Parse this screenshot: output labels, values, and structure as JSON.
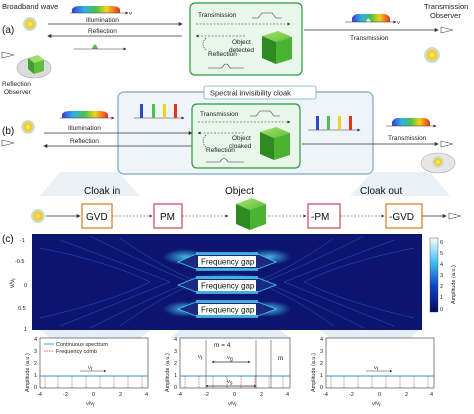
{
  "colors": {
    "accent_box": "#7aa7c7",
    "object_panel": "#e9f6ea",
    "object_border": "#2a9a3a",
    "cloak_panel": "#eef4fa",
    "heat_bg": "#0c1670",
    "gap_band": "#49c6ef",
    "cloaked_text": "#1f6fd1",
    "comb_red": "#c0392b",
    "spectrum_blue": "#3a8fd1"
  },
  "panel_a": {
    "letter": "(a)",
    "broadband_wave": "Broadband wave",
    "illumination": "Illumination",
    "reflection": "Reflection",
    "reflection_observer_line1": "Reflection",
    "reflection_observer_line2": "Observer",
    "transmission_inner": "Transmission",
    "reflection_inner": "Reflection",
    "object_line1": "Object",
    "object_line2": "detected",
    "transmission": "Transmission",
    "transmission_observer_line1": "Transmission",
    "transmission_observer_line2": "Observer",
    "nu": "ν"
  },
  "panel_b": {
    "letter": "(b)",
    "cloak_title": "Spectral invisibility cloak",
    "illumination": "Illumination",
    "reflection": "Reflection",
    "transmission_inner": "Transmission",
    "reflection_inner": "Reflection",
    "object_line1": "Object",
    "object_line2": "cloaked",
    "transmission": "Transmission",
    "nu": "ν"
  },
  "chain": {
    "cloak_in": "Cloak in",
    "object": "Object",
    "cloak_out": "Cloak out",
    "boxes": [
      "GVD",
      "PM",
      "-PM",
      "-GVD"
    ]
  },
  "panel_c": {
    "letter": "(c)",
    "ylabel": "ν/ν",
    "ylabel_sub": "r",
    "yticks": [
      "-1",
      "-0.5",
      "0",
      "0.5",
      "1"
    ],
    "gaps": [
      "Frequency gap",
      "Frequency gap",
      "Frequency gap"
    ],
    "colorbar_label": "Amplitude (a.u.)",
    "colorbar_ticks": [
      "6",
      "5",
      "4",
      "3",
      "2",
      "1",
      "0"
    ]
  },
  "subplots": {
    "ylabel": "Amplitude (a.u.)",
    "xlabel": "ν/ν",
    "xlabel_sub": "r",
    "yticks": [
      "4",
      "3",
      "2",
      "1",
      "0"
    ],
    "xticks": [
      "-4",
      "-2",
      "0",
      "2",
      "4"
    ],
    "legend_continuous": "Continuous spectrum",
    "legend_comb": "Frequency comb",
    "nu_r": "ν",
    "nu_r_sub": "r",
    "m_eq": "m = 4",
    "nu_g": "ν",
    "nu_g_sub": "g",
    "nu_s": "ν",
    "nu_s_sub": "s",
    "m": "m"
  }
}
